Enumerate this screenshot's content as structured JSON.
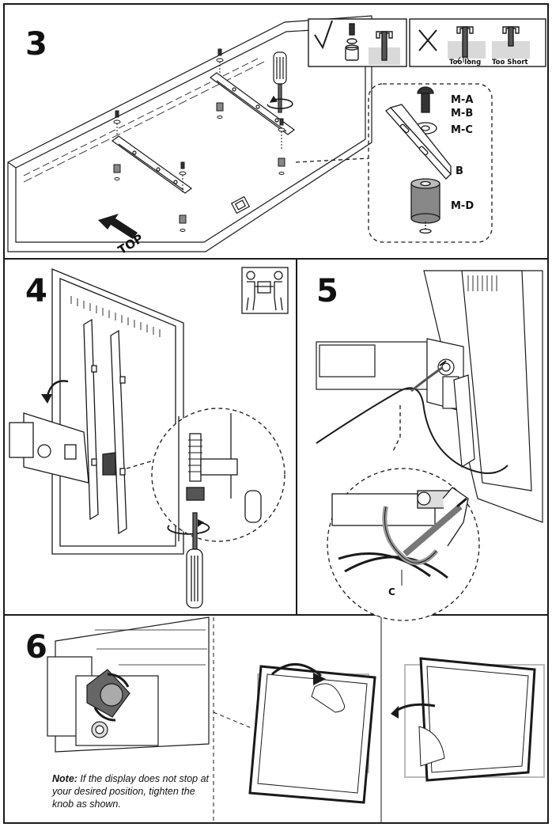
{
  "steps": {
    "s3": "3",
    "s4": "4",
    "s5": "5",
    "s6": "6"
  },
  "step3": {
    "top_label": "TOP",
    "too_long": "Too long",
    "too_short": "Too Short",
    "parts": {
      "ma": "M-A",
      "mb": "M-B",
      "mc": "M-C",
      "b": "B",
      "md": "M-D"
    }
  },
  "step5": {
    "cable_tie": "C"
  },
  "step6": {
    "note_label": "Note:",
    "note_text": " If the display does not stop at your desired position, tighten the knob as shown."
  },
  "colors": {
    "line": "#1a1a1a",
    "fill_gray": "#d9d9d9",
    "dark_gray": "#555555"
  },
  "icons": [
    "check-icon",
    "cross-icon",
    "screwdriver-icon",
    "rotate-arrow-icon",
    "two-person-icon",
    "arrow-top-icon"
  ]
}
